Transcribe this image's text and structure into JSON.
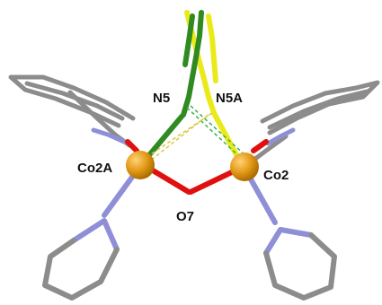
{
  "labels": {
    "n5": "N5",
    "n5a": "N5A",
    "co2a": "Co2A",
    "co2": "Co2",
    "o7": "O7"
  },
  "colors": {
    "carbon": "#8c8c8c",
    "nitrogen": "#8f8fd8",
    "oxygen": "#e01010",
    "cobalt": "#e39a16",
    "green_ligand": "#2f8a22",
    "yellow_ligand": "#eaea1a",
    "hbond_green": "#3bb04a",
    "hbond_yellow": "#d8c840"
  }
}
